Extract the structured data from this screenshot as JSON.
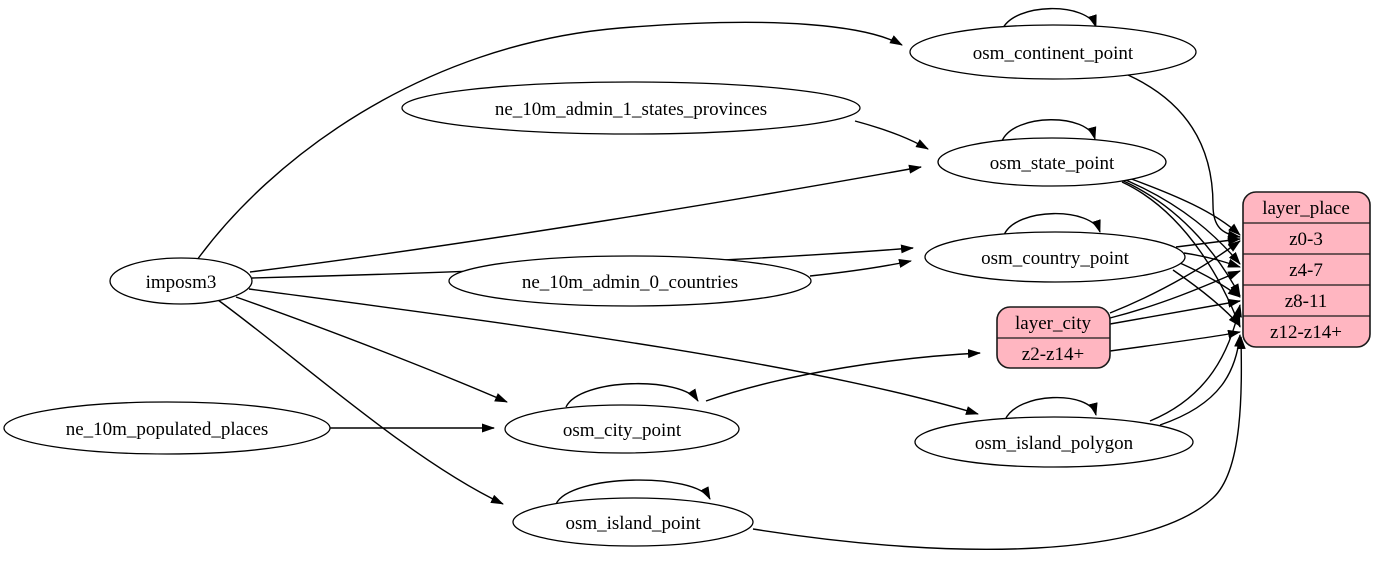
{
  "colors": {
    "background": "#ffffff",
    "edge": "#000000",
    "ellipse_fill": "#ffffff",
    "stroke": "#000000",
    "record_fill": "#ffb6c1",
    "text": "#000000"
  },
  "nodes": {
    "imposm3": {
      "label": "imposm3"
    },
    "ne_10m_populated_places": {
      "label": "ne_10m_populated_places"
    },
    "ne_10m_admin_1_states_provinces": {
      "label": "ne_10m_admin_1_states_provinces"
    },
    "ne_10m_admin_0_countries": {
      "label": "ne_10m_admin_0_countries"
    },
    "osm_continent_point": {
      "label": "osm_continent_point"
    },
    "osm_state_point": {
      "label": "osm_state_point"
    },
    "osm_country_point": {
      "label": "osm_country_point"
    },
    "osm_city_point": {
      "label": "osm_city_point"
    },
    "osm_island_polygon": {
      "label": "osm_island_polygon"
    },
    "osm_island_point": {
      "label": "osm_island_point"
    }
  },
  "records": {
    "layer_city": {
      "title": "layer_city",
      "rows": [
        "z2-z14+"
      ]
    },
    "layer_place": {
      "title": "layer_place",
      "rows": [
        "z0-3",
        "z4-7",
        "z8-11",
        "z12-z14+"
      ]
    }
  },
  "edges": [
    {
      "from": "imposm3",
      "to": "osm_continent_point"
    },
    {
      "from": "imposm3",
      "to": "osm_state_point"
    },
    {
      "from": "imposm3",
      "to": "osm_country_point"
    },
    {
      "from": "imposm3",
      "to": "osm_city_point"
    },
    {
      "from": "imposm3",
      "to": "osm_island_polygon"
    },
    {
      "from": "imposm3",
      "to": "osm_island_point"
    },
    {
      "from": "ne_10m_admin_1_states_provinces",
      "to": "osm_state_point"
    },
    {
      "from": "ne_10m_admin_0_countries",
      "to": "osm_country_point"
    },
    {
      "from": "ne_10m_populated_places",
      "to": "osm_city_point"
    },
    {
      "from": "osm_continent_point",
      "to": "osm_continent_point",
      "self": true
    },
    {
      "from": "osm_state_point",
      "to": "osm_state_point",
      "self": true
    },
    {
      "from": "osm_country_point",
      "to": "osm_country_point",
      "self": true
    },
    {
      "from": "osm_city_point",
      "to": "osm_city_point",
      "self": true
    },
    {
      "from": "osm_island_polygon",
      "to": "osm_island_polygon",
      "self": true
    },
    {
      "from": "osm_island_point",
      "to": "osm_island_point",
      "self": true
    },
    {
      "from": "osm_continent_point",
      "to": "layer_place",
      "port": "z0-3"
    },
    {
      "from": "osm_state_point",
      "to": "layer_place",
      "port": "z0-3"
    },
    {
      "from": "osm_state_point",
      "to": "layer_place",
      "port": "z4-7"
    },
    {
      "from": "osm_state_point",
      "to": "layer_place",
      "port": "z8-11"
    },
    {
      "from": "osm_state_point",
      "to": "layer_place",
      "port": "z12-z14+"
    },
    {
      "from": "osm_country_point",
      "to": "layer_place",
      "port": "z0-3"
    },
    {
      "from": "osm_country_point",
      "to": "layer_place",
      "port": "z4-7"
    },
    {
      "from": "osm_country_point",
      "to": "layer_place",
      "port": "z8-11"
    },
    {
      "from": "osm_country_point",
      "to": "layer_place",
      "port": "z12-z14+"
    },
    {
      "from": "osm_city_point",
      "to": "layer_city",
      "port": "z2-z14+"
    },
    {
      "from": "layer_city",
      "to": "layer_place",
      "port": "z0-3"
    },
    {
      "from": "layer_city",
      "to": "layer_place",
      "port": "z4-7"
    },
    {
      "from": "layer_city",
      "to": "layer_place",
      "port": "z8-11"
    },
    {
      "from": "layer_city",
      "to": "layer_place",
      "port": "z12-z14+"
    },
    {
      "from": "osm_island_polygon",
      "to": "layer_place",
      "port": "z8-11"
    },
    {
      "from": "osm_island_polygon",
      "to": "layer_place",
      "port": "z12-z14+"
    },
    {
      "from": "osm_island_point",
      "to": "layer_place",
      "port": "z12-z14+"
    }
  ]
}
